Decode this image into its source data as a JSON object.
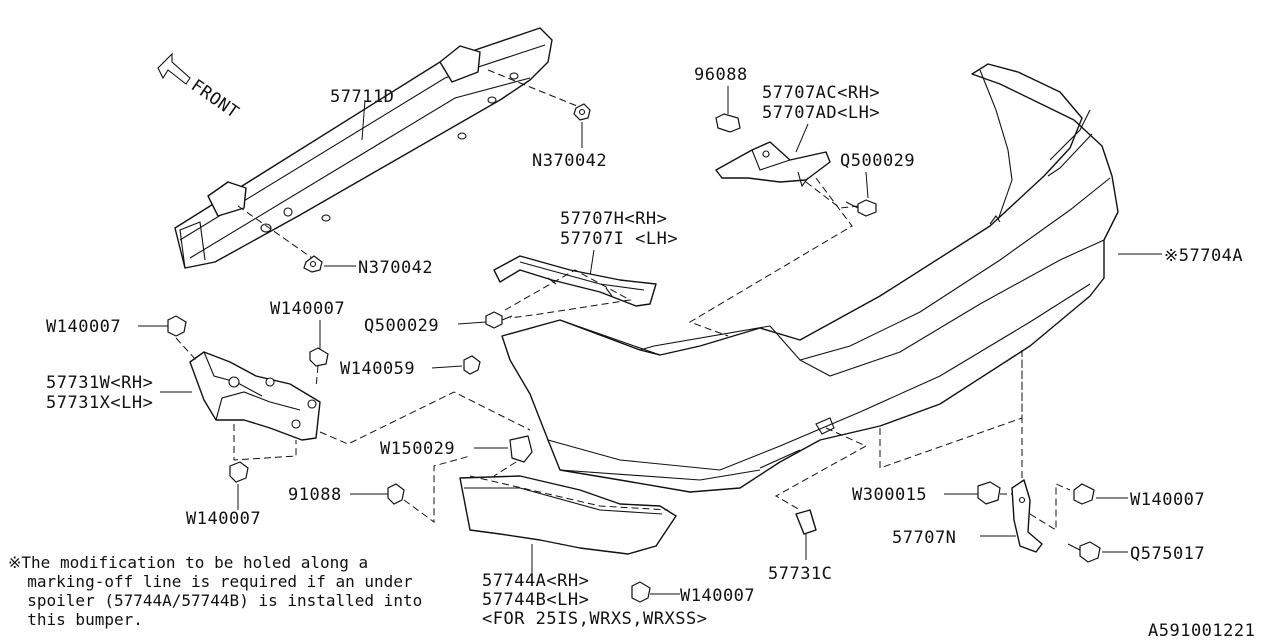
{
  "front_label": "FRONT",
  "labels": {
    "l57711D": "57711D",
    "lN370042a": "N370042",
    "lN370042b": "N370042",
    "l96088": "96088",
    "l57707AC": "57707AC<RH>",
    "l57707AD": "57707AD<LH>",
    "lQ500029a": "Q500029",
    "l57707H": "57707H<RH>",
    "l57707I": "57707I <LH>",
    "l57704A": "※57704A",
    "lQ500029b": "Q500029",
    "lW140007a": "W140007",
    "lW140007b": "W140007",
    "lW140059": "W140059",
    "l57731W": "57731W<RH>",
    "l57731X": "57731X<LH>",
    "lW150029": "W150029",
    "lW140007c": "W140007",
    "l91088": "91088",
    "lW300015": "W300015",
    "lW140007d": "W140007",
    "l57707N": "57707N",
    "lQ575017": "Q575017",
    "l57731C": "57731C",
    "l57744A": "57744A<RH>",
    "l57744B": "57744B<LH>",
    "lW140007e": "W140007",
    "lFOR": "<FOR 25IS,WRXS,WRXSS>",
    "diagram_id": "A591001221"
  },
  "note_lines": [
    "※The modification to be holed along a",
    "  marking-off line is required if an under",
    "  spoiler (57744A/57744B) is installed into",
    "  this bumper."
  ]
}
